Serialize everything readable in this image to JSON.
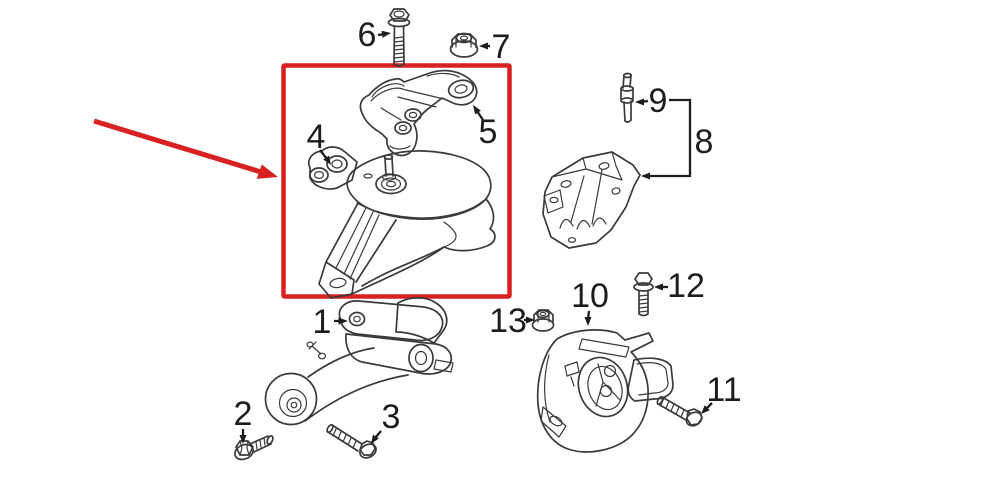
{
  "colors": {
    "highlight": "#d92121",
    "line": "#3a3a3a",
    "label": "#1d1d1d",
    "background": "#ffffff"
  },
  "callouts": {
    "c1": "1",
    "c2": "2",
    "c3": "3",
    "c4": "4",
    "c5": "5",
    "c6": "6",
    "c7": "7",
    "c8": "8",
    "c9": "9",
    "c10": "10",
    "c11": "11",
    "c12": "12",
    "c13": "13"
  }
}
